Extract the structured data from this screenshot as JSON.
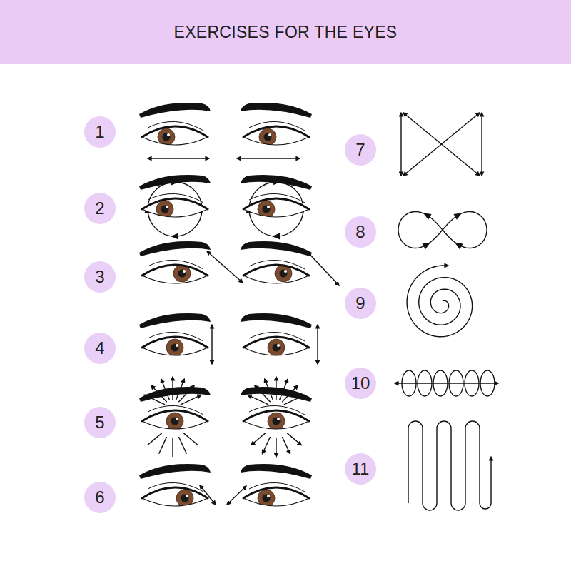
{
  "diagram": {
    "title": "EXERCISES FOR THE EYES",
    "nodes": [
      {
        "text": [
          "1"
        ]
      },
      {
        "text": [
          "2"
        ]
      },
      {
        "text": [
          "3"
        ]
      },
      {
        "text": [
          "4"
        ]
      },
      {
        "text": [
          "5"
        ]
      },
      {
        "text": [
          "6"
        ]
      },
      {
        "text": [
          "7"
        ]
      },
      {
        "text": [
          "8"
        ]
      },
      {
        "text": [
          "9"
        ]
      },
      {
        "text": [
          "10"
        ]
      },
      {
        "text": [
          "11"
        ]
      }
    ]
  }
}
